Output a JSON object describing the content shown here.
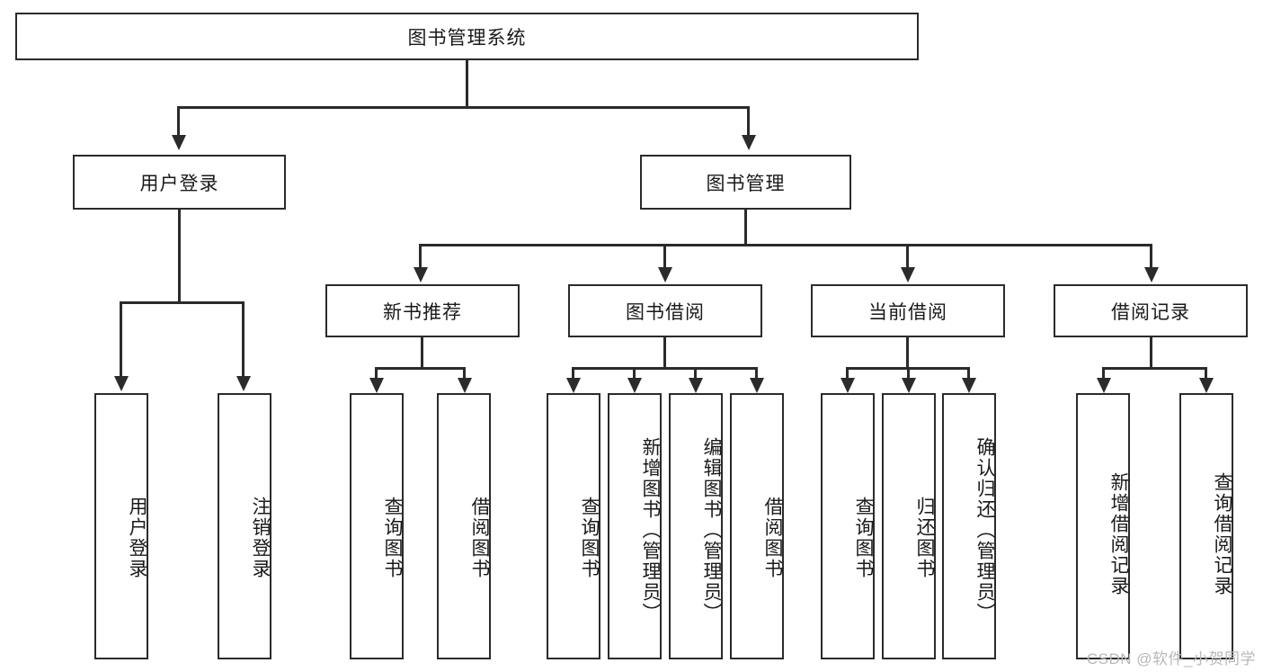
{
  "diagram": {
    "title": "图书管理系统",
    "root": {
      "label": "图书管理系统"
    },
    "level1": [
      {
        "label": "用户登录"
      },
      {
        "label": "图书管理"
      }
    ],
    "level2": [
      {
        "label": "新书推荐"
      },
      {
        "label": "图书借阅"
      },
      {
        "label": "当前借阅"
      },
      {
        "label": "借阅记录"
      }
    ],
    "leaves": {
      "user_login": [
        {
          "label": "用户登录"
        },
        {
          "label": "注销登录"
        }
      ],
      "new_book_recommend": [
        {
          "label": "查询图书"
        },
        {
          "label": "借阅图书"
        }
      ],
      "book_borrow": [
        {
          "label": "查询图书"
        },
        {
          "label": "新增图书（管理员）"
        },
        {
          "label": "编辑图书（管理员）"
        },
        {
          "label": "借阅图书"
        }
      ],
      "current_borrow": [
        {
          "label": "查询图书"
        },
        {
          "label": "归还图书"
        },
        {
          "label": "确认归还（管理员）"
        }
      ],
      "borrow_record": [
        {
          "label": "新增借阅记录"
        },
        {
          "label": "查询借阅记录"
        }
      ]
    }
  },
  "watermark": {
    "text": "CSDN @软件_小贺同学"
  },
  "colors": {
    "stroke": "#2b2b2b",
    "background": "#ffffff",
    "text": "#1a1a1a",
    "watermark": "#b8b8b8"
  }
}
